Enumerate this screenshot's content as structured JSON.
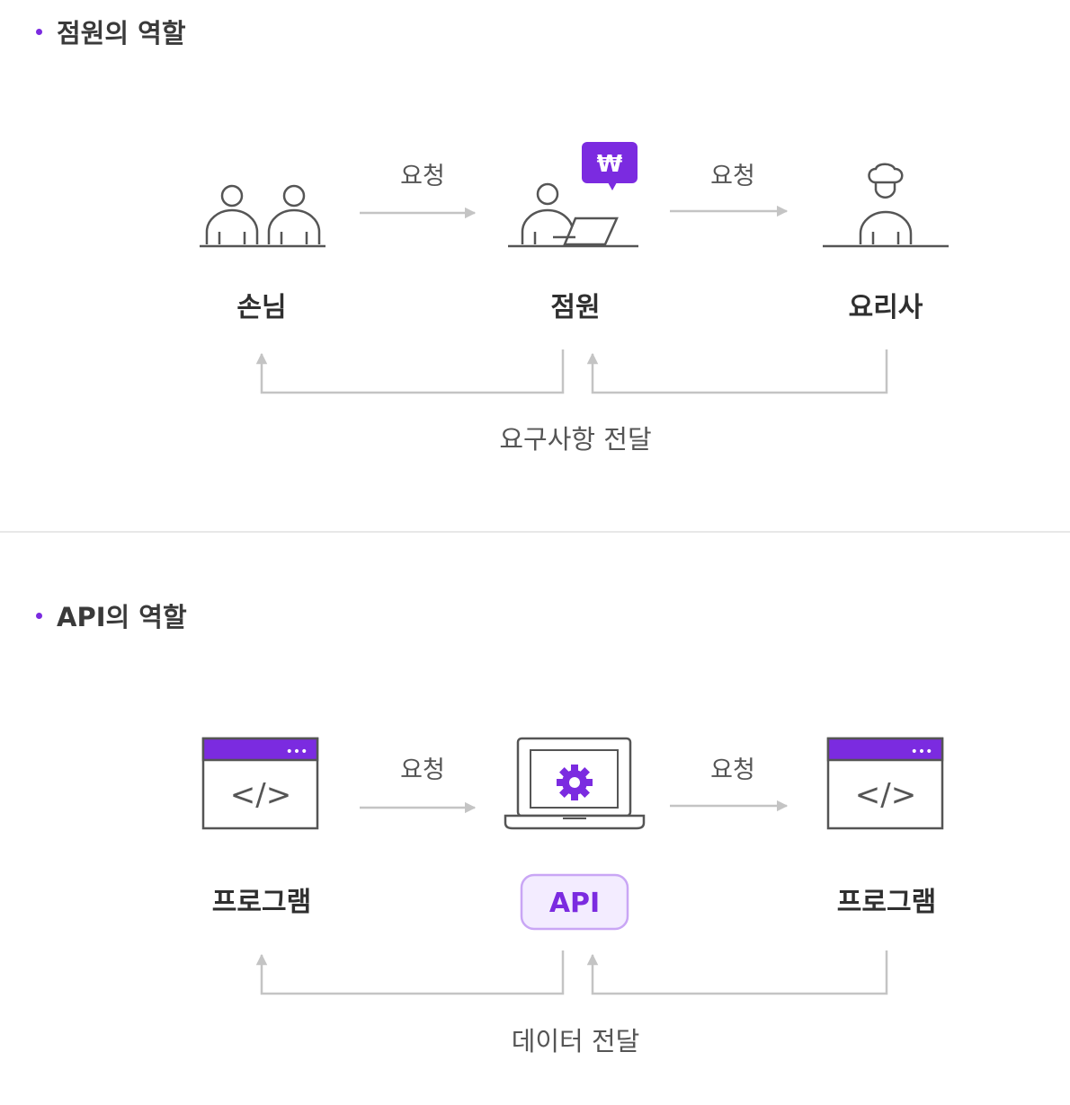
{
  "sections": [
    {
      "title": "점원의 역할",
      "nodes": [
        {
          "label": "손님",
          "icon": "two-people-icon"
        },
        {
          "label": "점원",
          "icon": "clerk-laptop-icon"
        },
        {
          "label": "요리사",
          "icon": "chef-icon"
        }
      ],
      "arrows": [
        "요청",
        "요청"
      ],
      "bubble_text": "₩",
      "feedback": "요구사항 전달"
    },
    {
      "title": "API의 역할",
      "nodes": [
        {
          "label": "프로그램",
          "icon": "code-window-icon"
        },
        {
          "label": "API",
          "icon": "laptop-gear-icon"
        },
        {
          "label": "프로그램",
          "icon": "code-window-icon"
        }
      ],
      "arrows": [
        "요청",
        "요청"
      ],
      "window_dots": "•••",
      "code_glyph": "</>",
      "feedback": "데이터 전달"
    }
  ],
  "colors": {
    "accent": "#7b2be0",
    "accent_light": "#f3ecff",
    "accent_border": "#c9a6f5",
    "icon_stroke": "#555555",
    "arrow": "#c4c4c4",
    "divider": "#e8e8e8"
  }
}
